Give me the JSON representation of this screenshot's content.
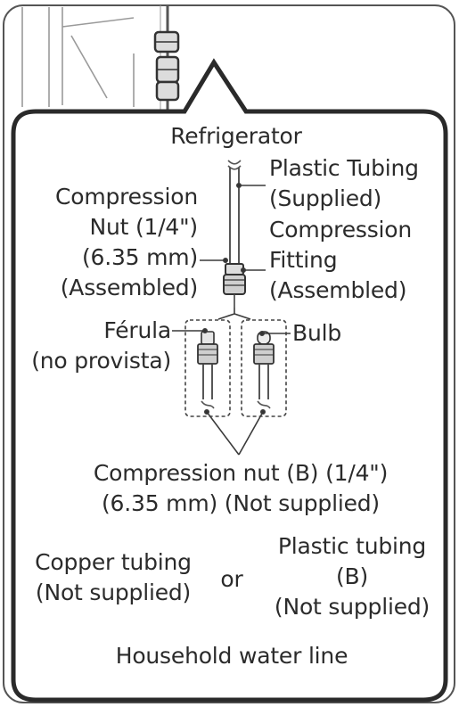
{
  "labels": {
    "refrigerator": "Refrigerator",
    "plastic_tubing_supplied": [
      "Plastic Tubing",
      "(Supplied)"
    ],
    "compression_fitting": [
      "Compression",
      "Fitting",
      "(Assembled)"
    ],
    "compression_nut": [
      "Compression",
      "Nut (1/4\")",
      "(6.35 mm)",
      "(Assembled)"
    ],
    "ferula": [
      "Férula",
      "(no provista)"
    ],
    "bulb": "Bulb",
    "compression_nut_b": [
      "Compression nut (B) (1/4\")",
      "(6.35 mm) (Not supplied)"
    ],
    "copper_tubing": [
      "Copper tubing",
      "(Not supplied)"
    ],
    "or": "or",
    "plastic_tubing_b": [
      "Plastic tubing",
      "(B)",
      "(Not supplied)"
    ],
    "household_water_line": "Household water line"
  },
  "colors": {
    "frame": "#2a2a2a",
    "line": "#3a3a3a",
    "text": "#2b2b2b"
  }
}
